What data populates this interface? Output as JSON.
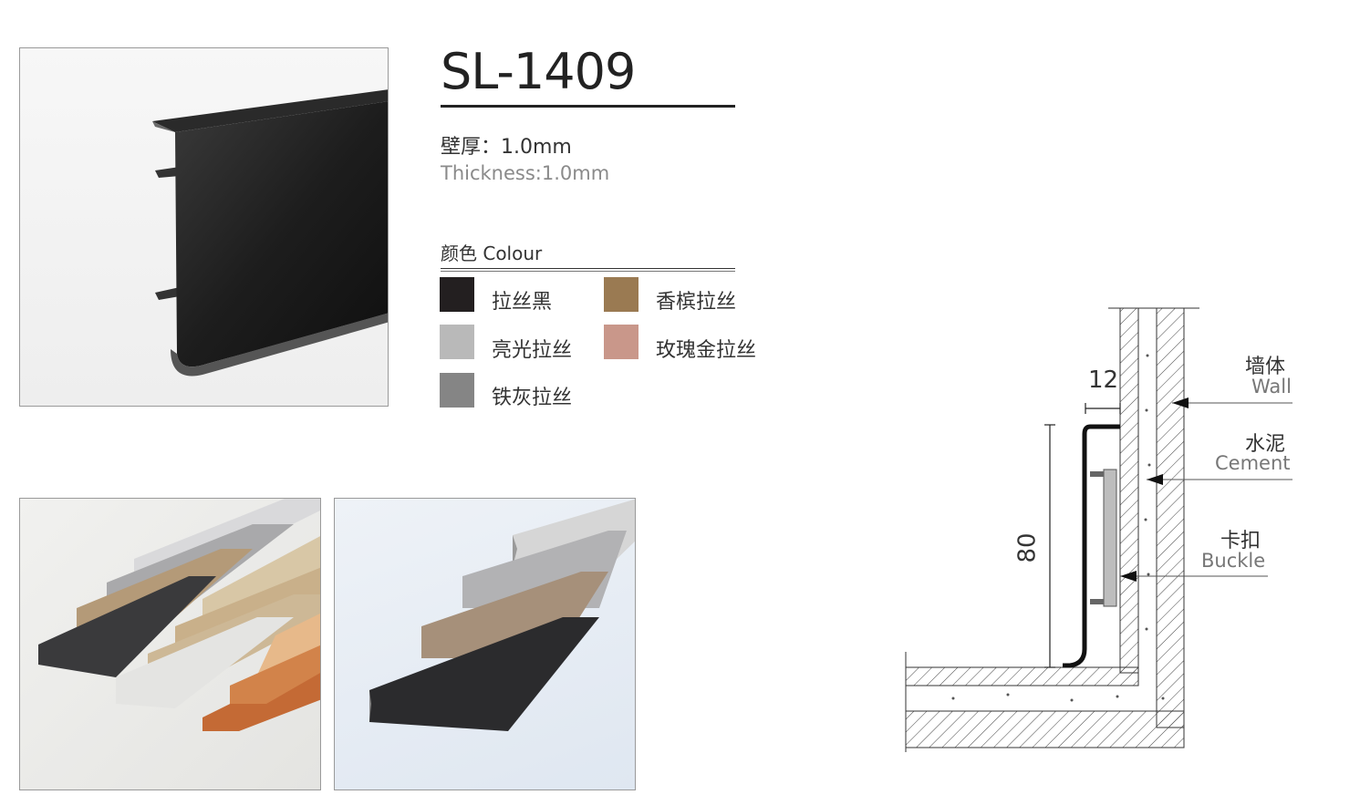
{
  "product": {
    "model": "SL-1409",
    "thickness_cn": "壁厚：1.0mm",
    "thickness_en": "Thickness:1.0mm"
  },
  "colours": {
    "heading": "颜色 Colour",
    "items": [
      {
        "label": "拉丝黑",
        "color": "#231f20"
      },
      {
        "label": "香槟拉丝",
        "color": "#9a7a52"
      },
      {
        "label": "亮光拉丝",
        "color": "#b9b9b9"
      },
      {
        "label": "玫瑰金拉丝",
        "color": "#c9978a"
      },
      {
        "label": "铁灰拉丝",
        "color": "#858585"
      }
    ]
  },
  "diagram": {
    "dim_width": "12",
    "dim_height": "80",
    "labels": [
      {
        "cn": "墙体",
        "en": "Wall"
      },
      {
        "cn": "水泥",
        "en": "Cement"
      },
      {
        "cn": "卡扣",
        "en": "Buckle"
      }
    ]
  },
  "photos": {
    "main": "black-skirting-profile-photo",
    "left": "assorted-finish-profiles-photo",
    "right": "metal-finish-profiles-photo"
  }
}
